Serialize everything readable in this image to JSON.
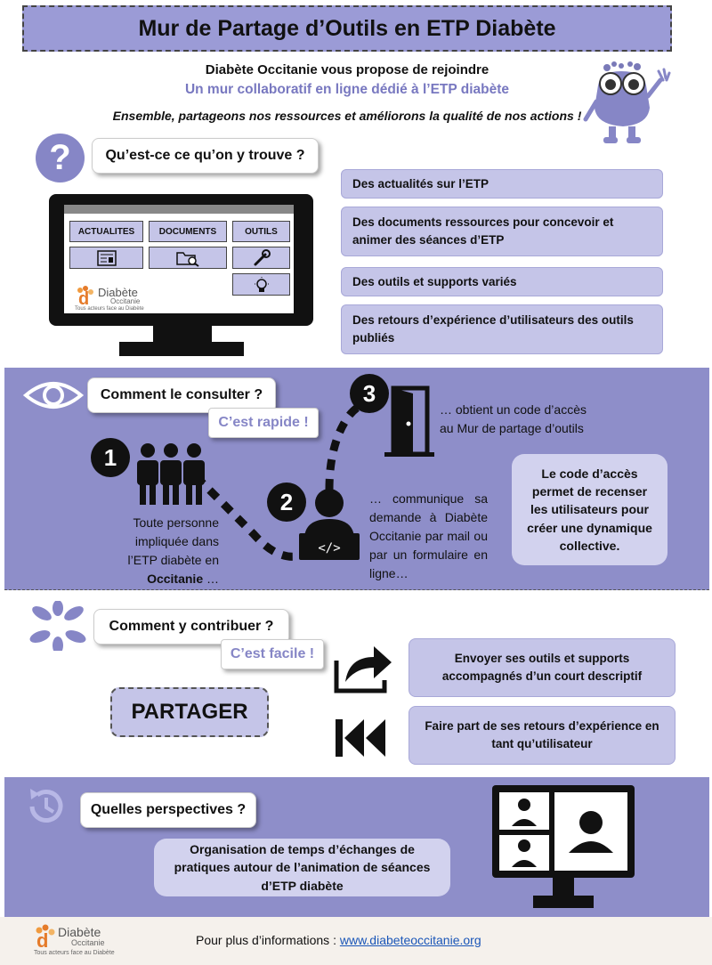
{
  "header": {
    "title": "Mur de Partage d’Outils en ETP Diabète"
  },
  "intro": {
    "line1": "Diabète Occitanie vous propose de rejoindre",
    "line2": "Un mur collaboratif en ligne dédié à l’ETP diabète",
    "line3": "Ensemble, partageons nos ressources et améliorons la qualité de nos actions !"
  },
  "section1": {
    "question": "Qu’est-ce ce qu’on y trouve ?",
    "icon": "?",
    "screen_buttons": [
      "ACTUALITES",
      "DOCUMENTS",
      "OUTILS"
    ],
    "logo_main": "Diabète",
    "logo_sub": "Occitanie",
    "logo_tagline": "Tous acteurs face au Diabète",
    "items": [
      "Des actualités sur l’ETP",
      "Des documents ressources pour concevoir et animer des séances d’ETP",
      "Des outils et supports variés",
      "Des retours d’expérience d’utilisateurs des outils publiés"
    ]
  },
  "section2": {
    "question": "Comment le consulter ?",
    "badge": "C’est rapide !",
    "step1_num": "1",
    "step1_text_a": "Toute personne impliquée dans l’ETP diabète en ",
    "step1_text_b": "Occitanie",
    "step1_text_c": " …",
    "step2_num": "2",
    "step2_text": "… communique sa demande à Diabète Occitanie par mail ou par un formulaire en ligne…",
    "step3_num": "3",
    "step3_text": "… obtient un code d’accès au Mur de partage d’outils",
    "info": "Le code d’accès permet de recenser les utilisateurs pour créer une dynamique collective."
  },
  "section3": {
    "question": "Comment y contribuer ?",
    "badge": "C’est facile !",
    "action": "PARTAGER",
    "item1": "Envoyer ses outils et supports accompagnés d’un court descriptif",
    "item2": "Faire part de ses retours d’expérience en tant qu’utilisateur"
  },
  "section4": {
    "question": "Quelles perspectives ?",
    "text": "Organisation de temps d’échanges de pratiques autour de l’animation de séances d’ETP diabète"
  },
  "footer": {
    "label": "Pour plus d’informations : ",
    "link": "www.diabeteoccitanie.org",
    "logo_main": "Diabète",
    "logo_sub": "Occitanie",
    "logo_tagline": "Tous acteurs face au Diabète"
  },
  "colors": {
    "accent": "#8e8ec9",
    "light": "#c5c5e8",
    "link": "#1a56b8"
  }
}
